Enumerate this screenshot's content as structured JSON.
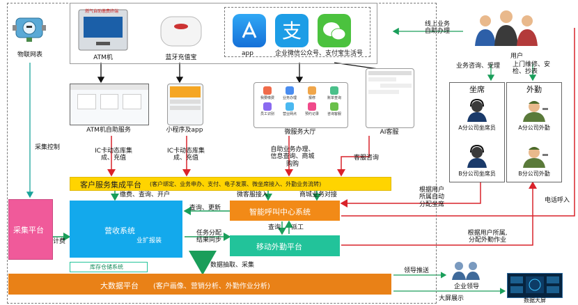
{
  "devices": {
    "iot_meter": "物联网表",
    "atm": "ATM机",
    "atm_screen_title": "燃气自助缴费终端",
    "bluetooth": "蓝牙充值宝",
    "app": "app",
    "wechat_alipay": "企业微信公众号、支付宝生活号"
  },
  "channels": {
    "atm_service": "ATM机自助服务",
    "miniapp": "小程序及app",
    "micro_hall": "微服务大厅",
    "ai_service": "AI客服",
    "micro_hall_tiles": [
      "我要缴费",
      "业务办理",
      "报修",
      "账单查询",
      "员工识别",
      "营业网点",
      "预约记录",
      "咨询客服"
    ]
  },
  "labels": {
    "ic1": "IC卡动态库集\n成、充值",
    "ic2": "IC卡动态库集\n成、充值",
    "self_service": "自助业务办理、\n信息查询、商城\n购购",
    "cs_consult": "客服咨询",
    "collect_ctrl": "采集控制",
    "pay_query": "缴费、查询、开户",
    "wechat_in": "微客服接入",
    "mall_dock": "商城业务对接",
    "query_update": "查询、更新",
    "task_assign": "任务分配\n结果同步",
    "query2": "查询",
    "dispatch": "派工",
    "billing": "计费",
    "data_extract": "数据抽取、采集",
    "leader_push": "领导推送",
    "screen_show": "大屏展示",
    "online_auto": "线上业务\n自助办理",
    "biz_consult": "业务咨询、受理",
    "onsite": "上门维修、安\n检、抄表",
    "auto_assign_seat": "根据用户\n所属自动\n分配坐席",
    "assign_field": "根据用户所属,\n分配外勤作业",
    "phone_in": "电话呼入"
  },
  "platforms": {
    "cs_platform": "客户服务集成平台",
    "cs_platform_sub": "(客户绑定、业务申办、支付、电子发票、微坐席接入、外勤业务流转)",
    "billing_sys": "营收系统",
    "expand": "业扩报装",
    "inventory": "库存仓储系统",
    "call_center": "智能呼叫中心系统",
    "field_platform": "移动外勤平台",
    "collect_platform": "采集平台",
    "bigdata": "大数据平台",
    "bigdata_sub": "(客户画像、营销分析、外勤作业分析)"
  },
  "people": {
    "users": "用户",
    "seat_title": "坐席",
    "field_title": "外勤",
    "seat_a": "A分公司坐席员",
    "seat_b": "B分公司坐席员",
    "field_a": "A分公司外勤",
    "field_b": "B分公司外勤",
    "leader": "企业领导",
    "screen": "数据大屏"
  },
  "colors": {
    "blue": "#13a9ec",
    "orange": "#f28a17",
    "green": "#22c39a",
    "yellow": "#ffd400",
    "red_arrow": "#d9222a",
    "green_arrow": "#1a9e5a",
    "teal_arrow": "#1aa39a"
  }
}
